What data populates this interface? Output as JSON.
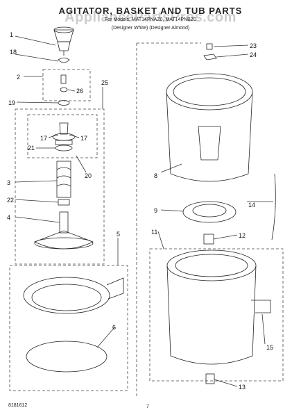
{
  "header": {
    "title": "AGITATOR, BASKET AND TUB PARTS",
    "watermark": "AppliancePartsPros.com",
    "model_line": "For Models: MAT14PNAZ0, MAT14PNBZ0",
    "variant_line": "(Designer White) (Designer Almond)"
  },
  "callouts": [
    "1",
    "18",
    "2",
    "26",
    "19",
    "25",
    "17",
    "17",
    "21",
    "20",
    "3",
    "22",
    "4",
    "5",
    "6",
    "23",
    "24",
    "8",
    "9",
    "14",
    "11",
    "12",
    "15",
    "13"
  ],
  "footer": {
    "part_number": "8181612",
    "page_number": "7"
  }
}
